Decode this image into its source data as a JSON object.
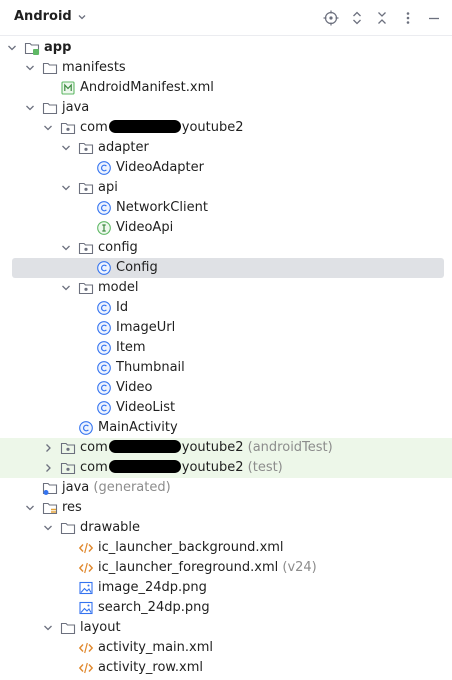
{
  "toolbar": {
    "view_label": "Android",
    "icons": [
      "chevron-down-icon",
      "locate-icon",
      "expand-all-icon",
      "collapse-all-icon",
      "more-icon",
      "hide-icon"
    ]
  },
  "tree": [
    {
      "label": "app",
      "level": 0,
      "expanded": true,
      "icon": "module",
      "bold": true
    },
    {
      "label": "manifests",
      "level": 1,
      "expanded": true,
      "icon": "folder"
    },
    {
      "label": "AndroidManifest.xml",
      "level": 2,
      "icon": "manifest"
    },
    {
      "label": "java",
      "level": 1,
      "expanded": true,
      "icon": "folder"
    },
    {
      "label_pre": "com",
      "label_post": "youtube2",
      "redacted": true,
      "level": 2,
      "expanded": true,
      "icon": "package"
    },
    {
      "label": "adapter",
      "level": 3,
      "expanded": true,
      "icon": "package"
    },
    {
      "label": "VideoAdapter",
      "level": 4,
      "icon": "class"
    },
    {
      "label": "api",
      "level": 3,
      "expanded": true,
      "icon": "package"
    },
    {
      "label": "NetworkClient",
      "level": 4,
      "icon": "class"
    },
    {
      "label": "VideoApi",
      "level": 4,
      "icon": "interface"
    },
    {
      "label": "config",
      "level": 3,
      "expanded": true,
      "icon": "package"
    },
    {
      "label": "Config",
      "level": 4,
      "icon": "class",
      "selected": true
    },
    {
      "label": "model",
      "level": 3,
      "expanded": true,
      "icon": "package"
    },
    {
      "label": "Id",
      "level": 4,
      "icon": "class"
    },
    {
      "label": "ImageUrl",
      "level": 4,
      "icon": "class"
    },
    {
      "label": "Item",
      "level": 4,
      "icon": "class"
    },
    {
      "label": "Thumbnail",
      "level": 4,
      "icon": "class"
    },
    {
      "label": "Video",
      "level": 4,
      "icon": "class"
    },
    {
      "label": "VideoList",
      "level": 4,
      "icon": "class"
    },
    {
      "label": "MainActivity",
      "level": 3,
      "icon": "class"
    },
    {
      "label_pre": "com",
      "label_post": "youtube2",
      "suffix": "(androidTest)",
      "redacted": true,
      "level": 2,
      "expanded": false,
      "icon": "package",
      "green": true
    },
    {
      "label_pre": "com",
      "label_post": "youtube2",
      "suffix": "(test)",
      "redacted": true,
      "level": 2,
      "expanded": false,
      "icon": "package",
      "green": true
    },
    {
      "label": "java",
      "suffix": "(generated)",
      "level": 1,
      "icon": "gen-folder"
    },
    {
      "label": "res",
      "level": 1,
      "expanded": true,
      "icon": "res-folder"
    },
    {
      "label": "drawable",
      "level": 2,
      "expanded": true,
      "icon": "folder"
    },
    {
      "label": "ic_launcher_background.xml",
      "level": 3,
      "icon": "xml"
    },
    {
      "label": "ic_launcher_foreground.xml",
      "suffix": "(v24)",
      "level": 3,
      "icon": "xml"
    },
    {
      "label": "image_24dp.png",
      "level": 3,
      "icon": "image"
    },
    {
      "label": "search_24dp.png",
      "level": 3,
      "icon": "image"
    },
    {
      "label": "layout",
      "level": 2,
      "expanded": true,
      "icon": "folder"
    },
    {
      "label": "activity_main.xml",
      "level": 3,
      "icon": "xml"
    },
    {
      "label": "activity_row.xml",
      "level": 3,
      "icon": "xml"
    }
  ]
}
